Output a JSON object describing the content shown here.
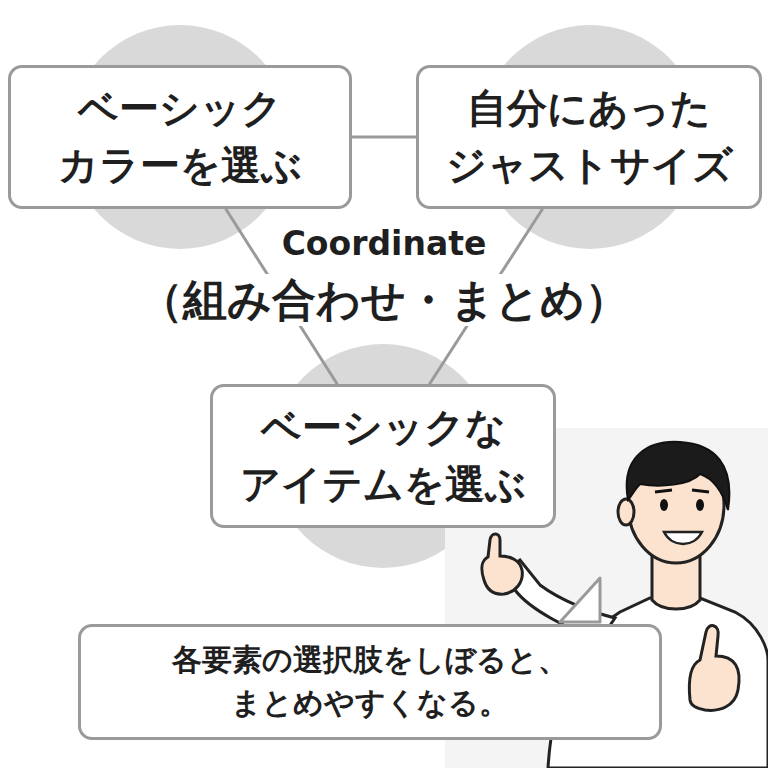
{
  "diagram": {
    "nodes": [
      {
        "text": [
          "ベーシック カラーを選ぶ"
        ]
      },
      {
        "text": [
          "自分にあった ジャストサイズ"
        ]
      },
      {
        "text": [
          "ベーシックな アイテムを選ぶ"
        ]
      },
      {
        "text": [
          "各要素の選択肢をしぼると、 まとめやすくなる。"
        ]
      }
    ],
    "edges": [
      {
        "from": 0,
        "to": 1,
        "arrow": "none"
      },
      {
        "from": 0,
        "to": 2,
        "arrow": "none"
      },
      {
        "from": 1,
        "to": 2,
        "arrow": "none"
      }
    ],
    "labels": [
      "Coordinate",
      "（組み合わせ・まとめ）"
    ]
  }
}
